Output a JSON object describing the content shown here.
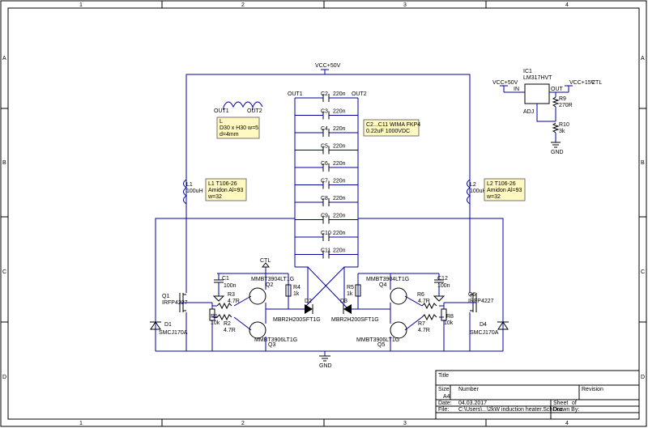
{
  "zones": {
    "cols": [
      "1",
      "2",
      "3",
      "4"
    ],
    "rows": [
      "A",
      "B",
      "C",
      "D"
    ]
  },
  "power": {
    "vcc50": "VCC+50V",
    "gnd": "GND",
    "ctl": "CTL"
  },
  "coil": {
    "out1": "OUT1",
    "out2": "OUT2",
    "note_lines": [
      "L",
      "D30 x H30 w=5",
      "d=4mm"
    ]
  },
  "caps": {
    "out1": "OUT1",
    "out2": "OUT2",
    "note_lines": [
      "C2...C11 WIMA FKP4",
      "0.22uF 1000VDC"
    ],
    "list": [
      {
        "name": "C2",
        "value": "220n"
      },
      {
        "name": "C3",
        "value": "220n"
      },
      {
        "name": "C4",
        "value": "220n"
      },
      {
        "name": "C5",
        "value": "220n"
      },
      {
        "name": "C6",
        "value": "220n"
      },
      {
        "name": "C7",
        "value": "220n"
      },
      {
        "name": "C8",
        "value": "220n"
      },
      {
        "name": "C9",
        "value": "220n"
      },
      {
        "name": "C10",
        "value": "220n"
      },
      {
        "name": "C11",
        "value": "220n"
      }
    ]
  },
  "inductors": {
    "l1_name": "L1",
    "l1_value": "100uH",
    "l1_note": [
      "L1 T106-26",
      "Amidon Al=93",
      "w=32"
    ],
    "l2_name": "L2",
    "l2_value": "100uH",
    "l2_note": [
      "L2 T106-26",
      "Amidon Al=93",
      "w=32"
    ]
  },
  "regulator": {
    "name": "IC1",
    "part": "LM317HVT",
    "in_pin": "IN",
    "out_pin": "OUT",
    "adj_pin": "ADJ",
    "vin": "VCC+50V",
    "vout": "VCC+15V",
    "ctl": "CTL",
    "r9_name": "R9",
    "r9_value": "270R",
    "r10_name": "R10",
    "r10_value": "3k",
    "gnd": "GND"
  },
  "left": {
    "q1_name": "Q1",
    "q1_part": "IRFP4227",
    "d1_name": "D1",
    "d1_part": "SMCJ170A",
    "c1_name": "C1",
    "c1_value": "100n",
    "q2_name": "Q2",
    "q2_part": "MMBT3904LT1G",
    "q3_name": "Q3",
    "q3_part": "MMBT3906LT1G",
    "r1_name": "R1",
    "r1_value": "10k",
    "r2_name": "R2",
    "r2_value": "4.7R",
    "r3_name": "R3",
    "r3_value": "4.7R",
    "r4_name": "R4",
    "r4_value": "1k",
    "d2_name": "D2",
    "d2_part": "MBR2H200SFT1G"
  },
  "right": {
    "q6_name": "Q6",
    "q6_part": "IRFP4227",
    "d4_name": "D4",
    "d4_part": "SMCJ170A",
    "c12_name": "C12",
    "c12_value": "100n",
    "q4_name": "Q4",
    "q4_part": "MMBT3904LT1G",
    "q5_name": "Q5",
    "q5_part": "MMBT3906LT1G",
    "r8_name": "R8",
    "r8_value": "10k",
    "r7_name": "R7",
    "r7_value": "4.7R",
    "r6_name": "R6",
    "r6_value": "4.7R",
    "r5_name": "R5",
    "r5_value": "1k",
    "d3_name": "D3",
    "d3_part": "MBR2H200SFT1G"
  },
  "ctl_label": "CTL",
  "gnd_label": "GND",
  "title_block": {
    "title_label": "Title",
    "size_label": "Size",
    "size_value": "A4",
    "number_label": "Number",
    "revision_label": "Revision",
    "date_label": "Date:",
    "date_value": "04.03.2017",
    "file_label": "File:",
    "file_value": "C:\\Users\\...\\2kW induction heater.SchDoc",
    "sheet_label": "Sheet",
    "sheet_of": "of",
    "drawn_label": "Drawn By:"
  }
}
